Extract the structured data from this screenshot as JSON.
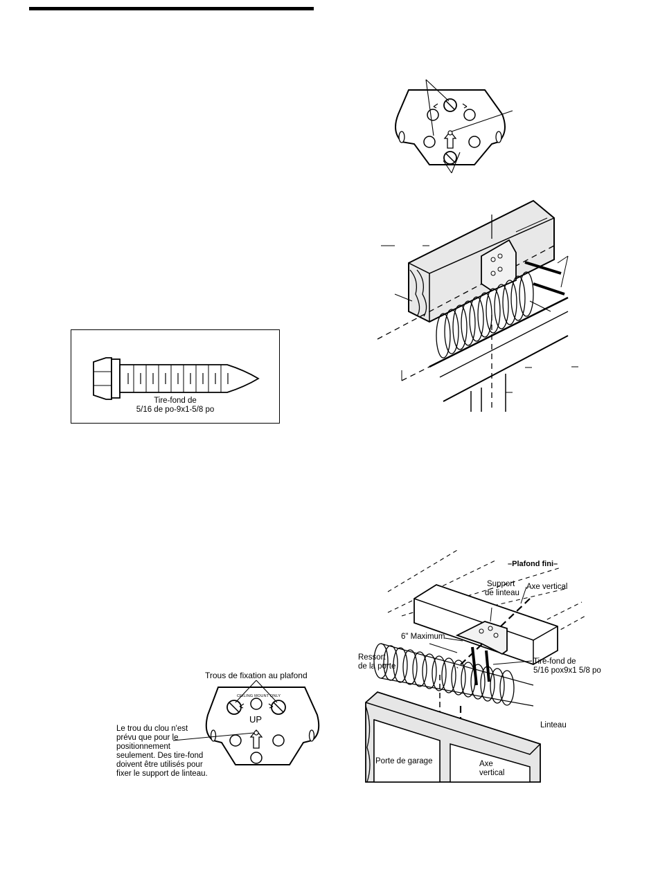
{
  "lag_screw_box": {
    "caption_line1": "Tire-fond de",
    "caption_line2": "5/16 de po-9x1-5/8 po"
  },
  "bracket_detail": {
    "mount_holes_label": "Trous de fixation au plafond",
    "bracket_marking": "CEILING MOUNT ONLY",
    "up_marking": "UP",
    "note_lines": [
      "Le trou du clou n'est",
      "prévu que pour le",
      "positionnement",
      "seulement. Des tire-fond",
      "doivent être utilisés pour",
      "fixer le support de linteau."
    ]
  },
  "finished_ceiling_figure": {
    "plafond_fini": "–Plafond fini–",
    "support_line1": "Support",
    "support_line2": "de linteau",
    "axe_vertical_top": "Axe vertical",
    "six_max": "6\" Maximum",
    "ressort_line1": "Ressort",
    "ressort_line2": "de la porte",
    "tirefond_line1": "Tire-fond de",
    "tirefond_line2": "5/16 pox9x1 5/8 po",
    "linteau": "Linteau",
    "porte_garage": "Porte de garage",
    "axe_vertical_bottom_line1": "Axe",
    "axe_vertical_bottom_line2": "vertical"
  }
}
